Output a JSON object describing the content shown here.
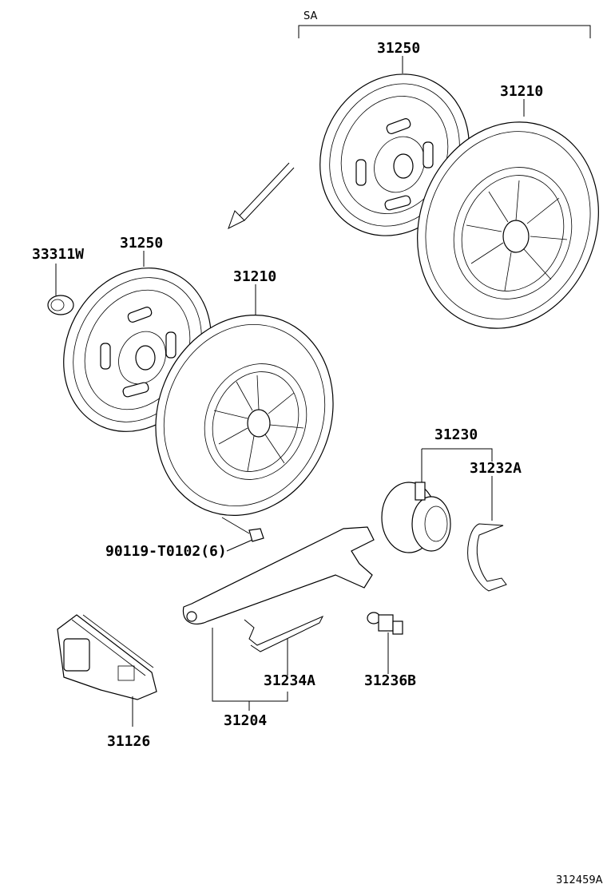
{
  "assembly_label": "SA",
  "footer_code": "312459A",
  "parts": {
    "disc_sa": "31250",
    "cover_sa": "31210",
    "pilot_bearing": "33311W",
    "disc": "31250",
    "cover": "31210",
    "bolt": "90119-T0102(6)",
    "bearing_assy": "31230",
    "bearing_clip": "31232A",
    "fork_spring": "31234A",
    "fork_assy": "31204",
    "ball_stud": "31236B",
    "boot": "31126"
  },
  "colors": {
    "line": "#000000",
    "background": "#ffffff"
  }
}
